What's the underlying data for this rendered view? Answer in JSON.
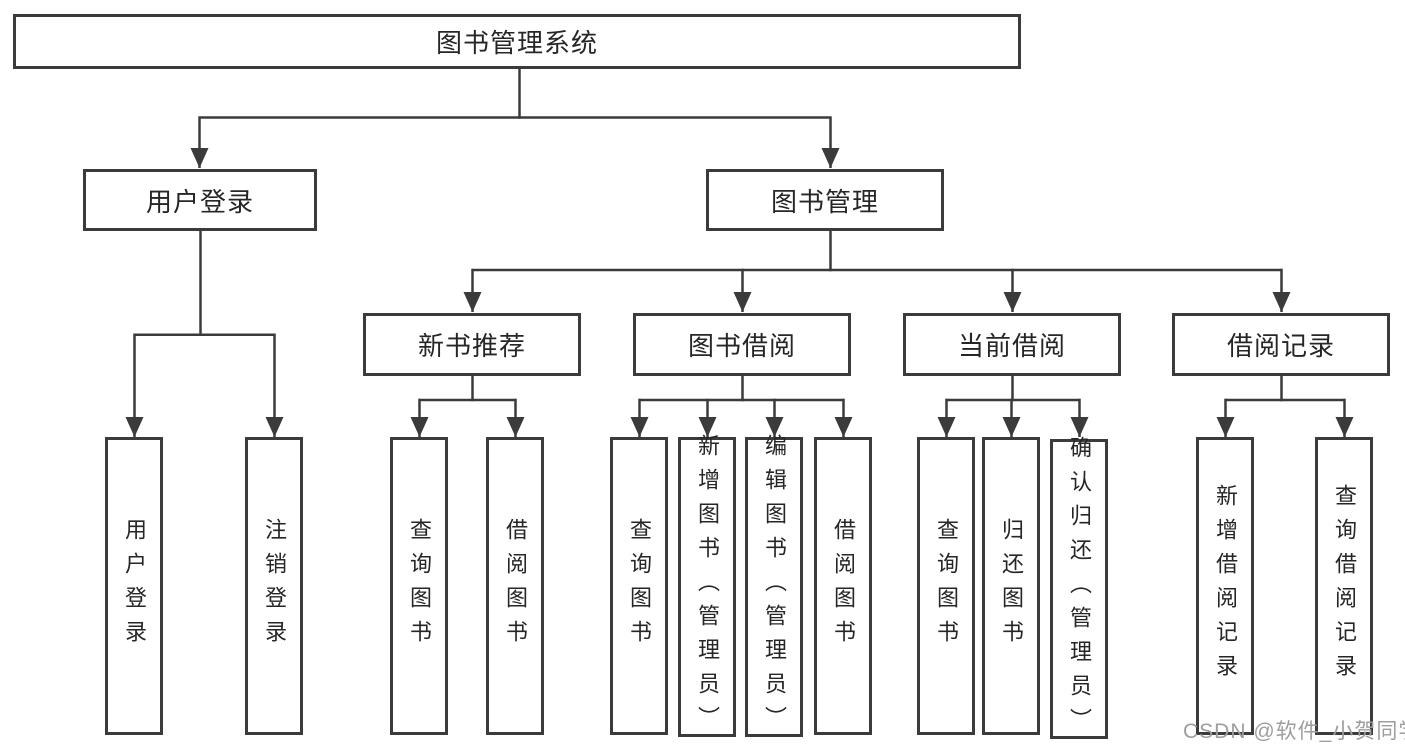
{
  "diagram": {
    "root": {
      "label": "图书管理系统"
    },
    "user_login": {
      "label": "用户登录",
      "children": [
        {
          "label": "用户登录"
        },
        {
          "label": "注销登录"
        }
      ]
    },
    "book_mgmt": {
      "label": "图书管理",
      "children": [
        {
          "label": "新书推荐",
          "children": [
            {
              "label": "查询图书"
            },
            {
              "label": "借阅图书"
            }
          ]
        },
        {
          "label": "图书借阅",
          "children": [
            {
              "label": "查询图书"
            },
            {
              "label": "新增图书（管理员）"
            },
            {
              "label": "编辑图书（管理员）"
            },
            {
              "label": "借阅图书"
            }
          ]
        },
        {
          "label": "当前借阅",
          "children": [
            {
              "label": "查询图书"
            },
            {
              "label": "归还图书"
            },
            {
              "label": "确认归还（管理员）"
            }
          ]
        },
        {
          "label": "借阅记录",
          "children": [
            {
              "label": "新增借阅记录"
            },
            {
              "label": "查询借阅记录"
            }
          ]
        }
      ]
    },
    "watermark": "CSDN @软件_小贺同学"
  },
  "colors": {
    "line": "#3b3b3b",
    "text": "#262626",
    "node_fill": "#ffffff",
    "watermark": "#9e9e9e",
    "background": "#ffffff"
  }
}
